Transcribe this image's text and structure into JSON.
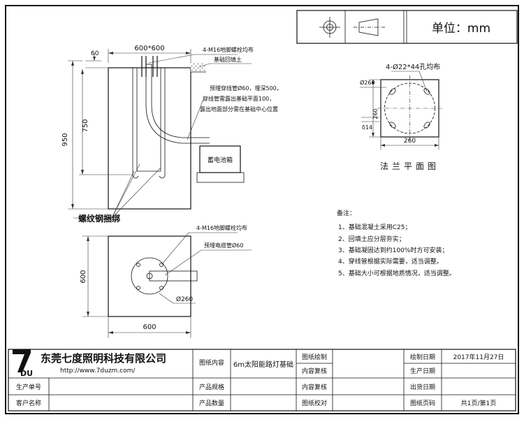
{
  "header": {
    "unit": "单位：mm"
  },
  "elevation": {
    "top_width": "600*600",
    "dim_60": "60",
    "dim_950": "950",
    "dim_750": "750",
    "bolt_note": "4-M16地脚螺栓均布",
    "backfill_note": "基础回填土",
    "pipe_note_1": "预埋穿线管Ø60，埋深500，",
    "pipe_note_2": "穿线管需露出基础平面100，",
    "pipe_note_3": "露出地面部分需在基础中心位置",
    "battery_box": "蓄电池箱",
    "rebar_note": "螺纹钢捆绑"
  },
  "plan": {
    "bolt_note": "4-M16地脚螺栓均布",
    "conduit_note": "预埋电缆管Ø60",
    "dia_260": "Ø260",
    "dim_600_side": "600",
    "dim_600_bottom": "600"
  },
  "flange": {
    "holes_note": "4-Ø22*44孔均布",
    "dia_260": "Ø260",
    "dim_260_side": "260",
    "dim_260_bottom": "260",
    "thick_14": "δ14",
    "caption": "法兰平面图"
  },
  "notes": {
    "heading": "备注：",
    "items": [
      "1、基础混凝土采用C25；",
      "2、回填土应分层夯实；",
      "3、基础凝固达到约100%时方可安装；",
      "4、穿线管根据实际需要，适当调整。",
      "5、基础大小可根据地质情况，适当调整。"
    ]
  },
  "title_block": {
    "logo_text": "DU",
    "company": "东莞七度照明科技有限公司",
    "website": "http://www.7duzm.com/",
    "drawing_content_label": "图纸内容",
    "drawing_content_value": "6m太阳能路灯基础",
    "drawn_by": "图纸绘制",
    "checked_by": "内容复核",
    "reviewed_by": "图纸校对",
    "draw_date_label": "绘制日期",
    "draw_date_value": "2017年11月27日",
    "prod_date_label": "生产日期",
    "ship_date_label": "出货日期",
    "page_label": "图纸页码",
    "page_value": "共1页/第1页",
    "prod_no_label": "生产单号",
    "customer_label": "客户名称",
    "product_spec_label": "产品规格",
    "product_qty_label": "产品数量"
  }
}
